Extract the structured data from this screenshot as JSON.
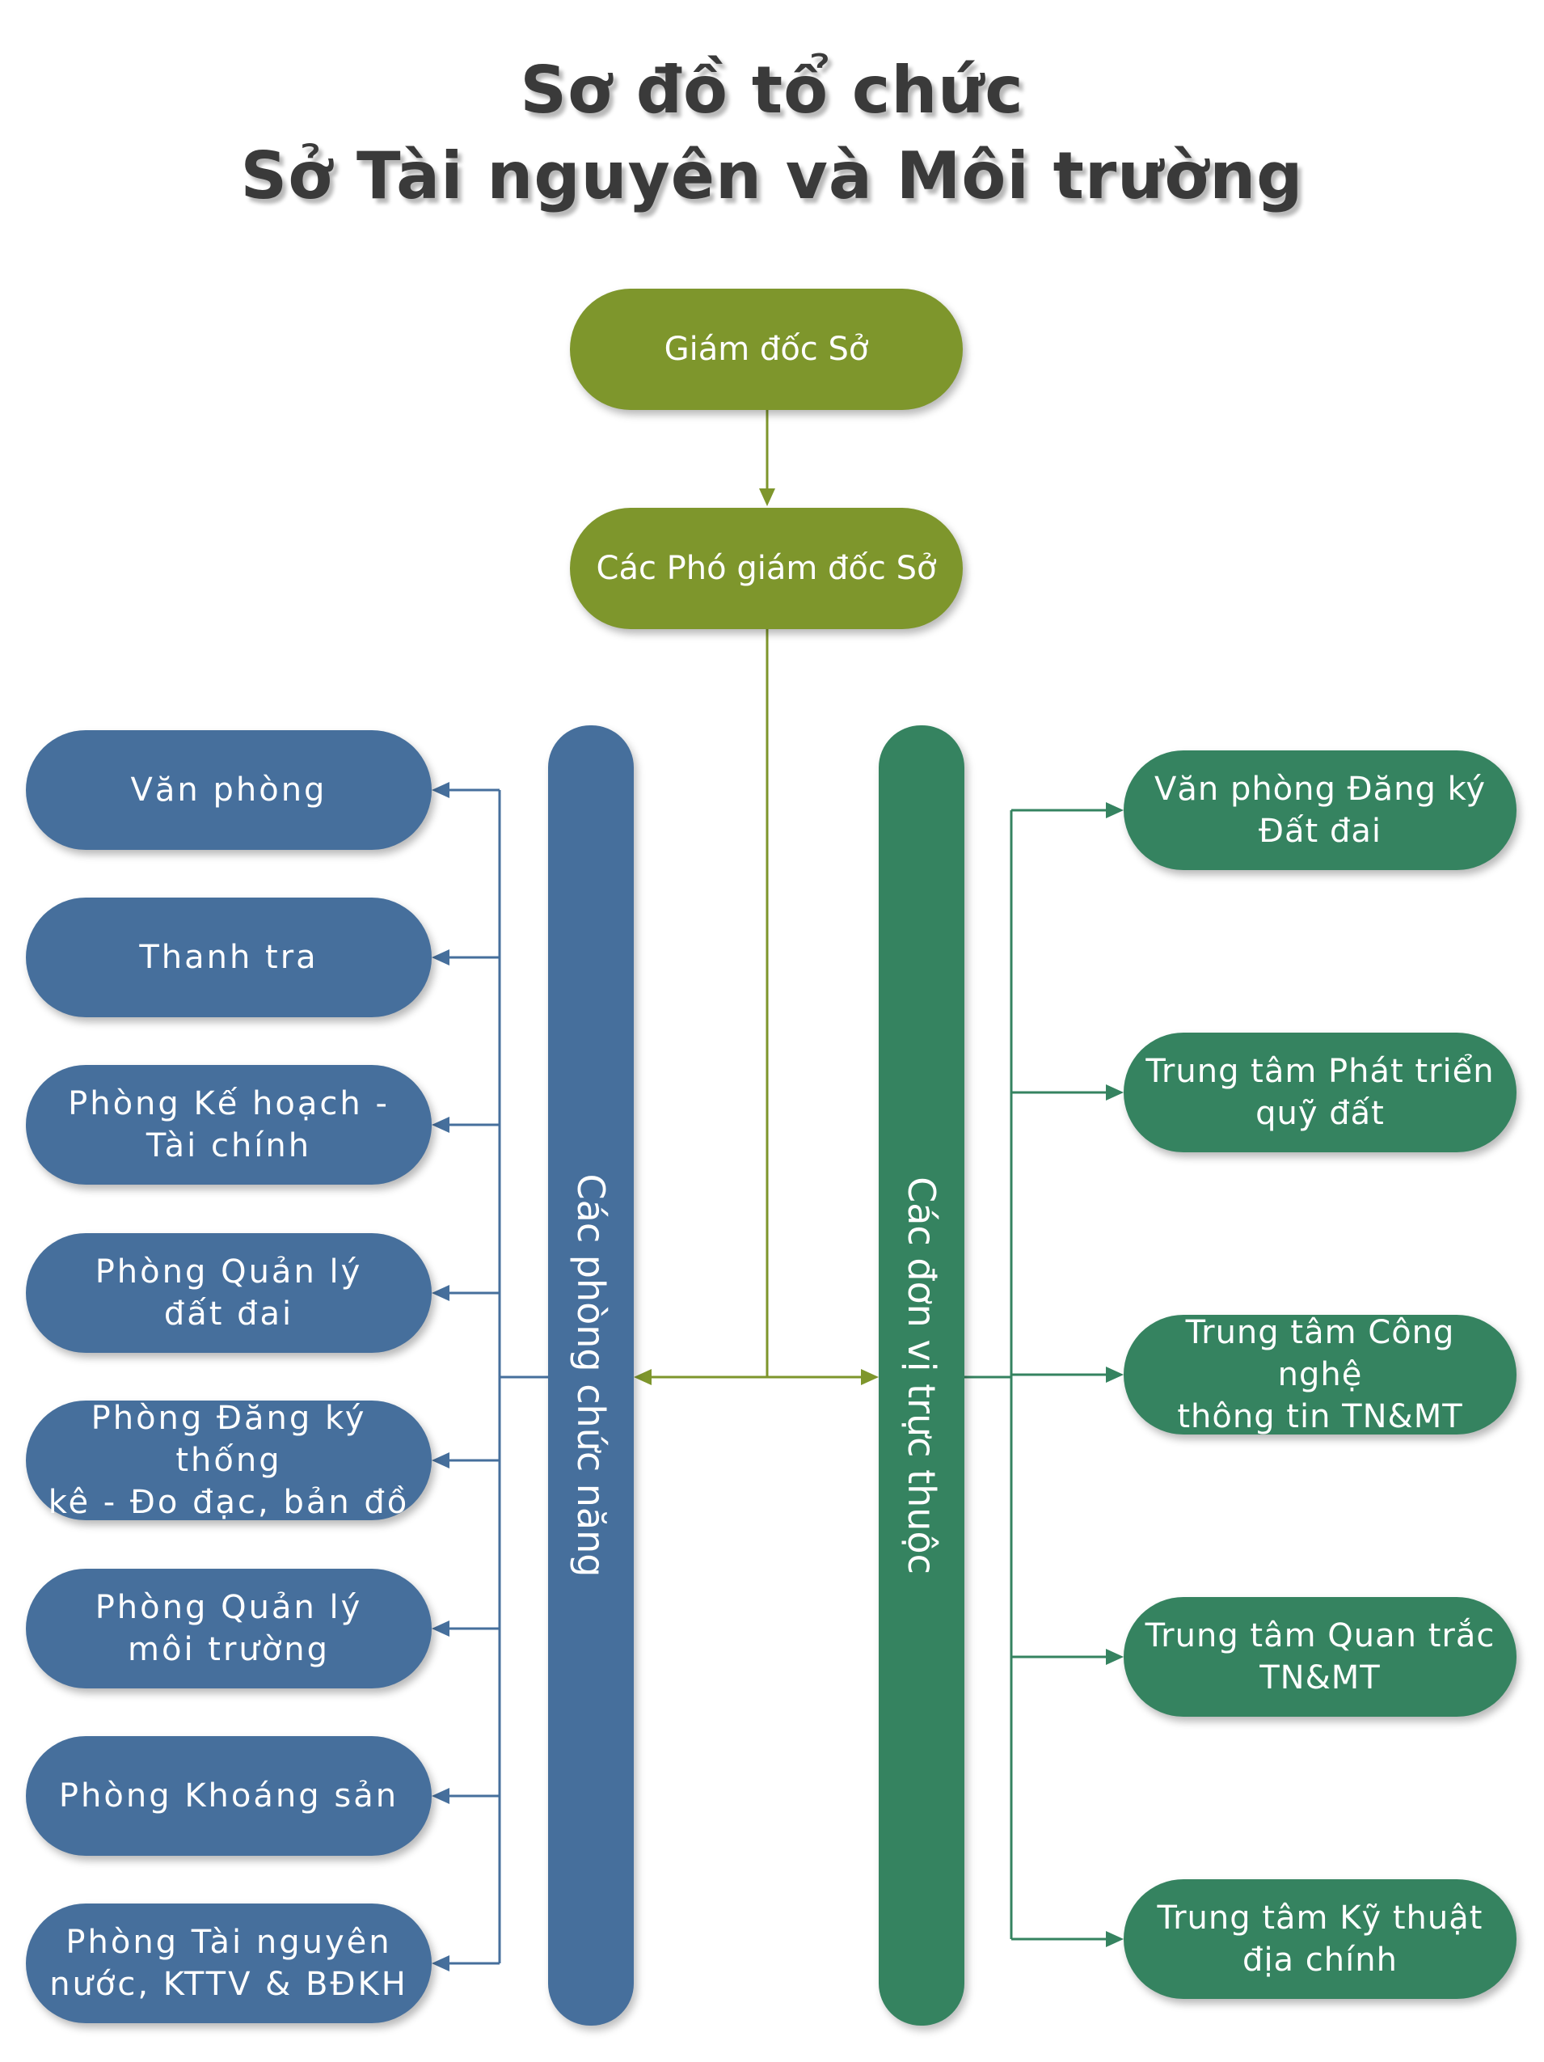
{
  "title": {
    "line1": "Sơ đồ tổ chức",
    "line2": "Sở Tài nguyên và Môi trường"
  },
  "director": "Giám đốc Sở",
  "deputy": "Các Phó giám đốc Sở",
  "functional_group": {
    "label": "Các phòng chức năng",
    "items": [
      {
        "line1": "Văn phòng",
        "line2": ""
      },
      {
        "line1": "Thanh tra",
        "line2": ""
      },
      {
        "line1": "Phòng Kế hoạch -",
        "line2": "Tài chính"
      },
      {
        "line1": "Phòng Quản lý",
        "line2": "đất đai"
      },
      {
        "line1": "Phòng Đăng ký thống",
        "line2": "kê - Đo đạc, bản đồ"
      },
      {
        "line1": "Phòng Quản lý",
        "line2": "môi trường"
      },
      {
        "line1": "Phòng Khoáng sản",
        "line2": ""
      },
      {
        "line1": "Phòng Tài nguyên",
        "line2": "nước, KTTV & BĐKH"
      }
    ]
  },
  "affiliated_group": {
    "label": "Các đơn vị trực thuộc",
    "items": [
      {
        "line1": "Văn phòng Đăng ký",
        "line2": "Đất đai"
      },
      {
        "line1": "Trung tâm Phát triển",
        "line2": "quỹ đất"
      },
      {
        "line1": "Trung tâm Công nghệ",
        "line2": "thông tin TN&MT"
      },
      {
        "line1": "Trung tâm Quan trắc",
        "line2": "TN&MT"
      },
      {
        "line1": "Trung tâm Kỹ thuật",
        "line2": "địa chính"
      }
    ]
  },
  "colors": {
    "olive": "#7e962c",
    "blue": "#466f9c",
    "green": "#358360",
    "title": "#3a3a3a"
  }
}
